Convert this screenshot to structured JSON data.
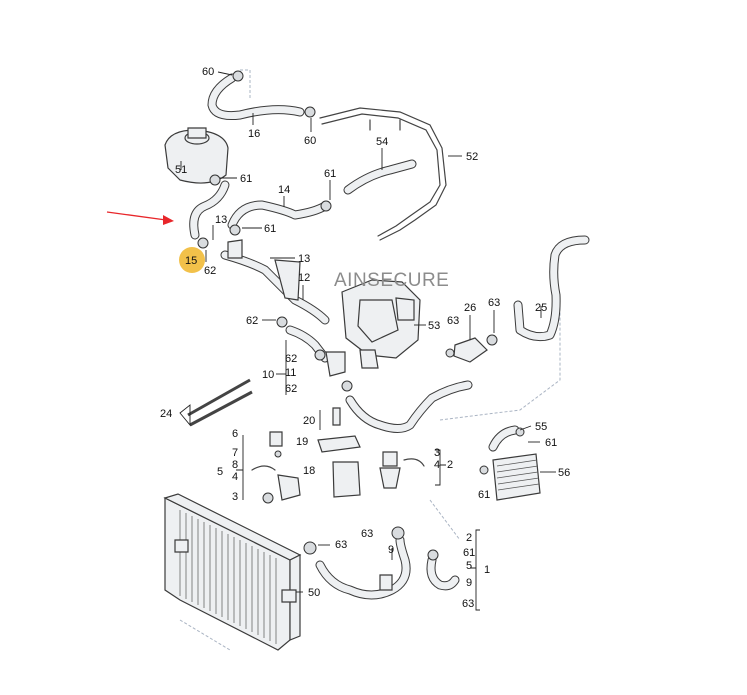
{
  "diagram": {
    "watermark": "AINSECURE",
    "highlight_color": "#f2c14a",
    "arrow_color": "#e8262a",
    "highlighted_part": "15",
    "labels": {
      "p60a": "60",
      "p16": "16",
      "p60b": "60",
      "p54": "54",
      "p52": "52",
      "p51": "51",
      "p61a": "61",
      "p14": "14",
      "p61b": "61",
      "p13a": "13",
      "p61c": "61",
      "p15": "15",
      "p62a": "62",
      "p13b": "13",
      "p12": "12",
      "p25": "25",
      "p26": "26",
      "p63a": "63",
      "p63b": "63",
      "p53": "53",
      "p62b": "62",
      "p62c": "62",
      "p11": "11",
      "p10": "10",
      "p62d": "62",
      "p24": "24",
      "p20": "20",
      "p19": "19",
      "p18": "18",
      "p6": "6",
      "p7": "7",
      "p8": "8",
      "p4a": "4",
      "p5a": "5",
      "p3a": "3",
      "p3b": "3",
      "p4b": "4",
      "p2a": "2",
      "p55": "55",
      "p61d": "61",
      "p61e": "61",
      "p56": "56",
      "p63c": "63",
      "p63d": "63",
      "p9a": "9",
      "p50": "50",
      "p2b": "2",
      "p61f": "61",
      "p5b": "5",
      "p9b": "9",
      "p63e": "63",
      "p1": "1"
    }
  }
}
